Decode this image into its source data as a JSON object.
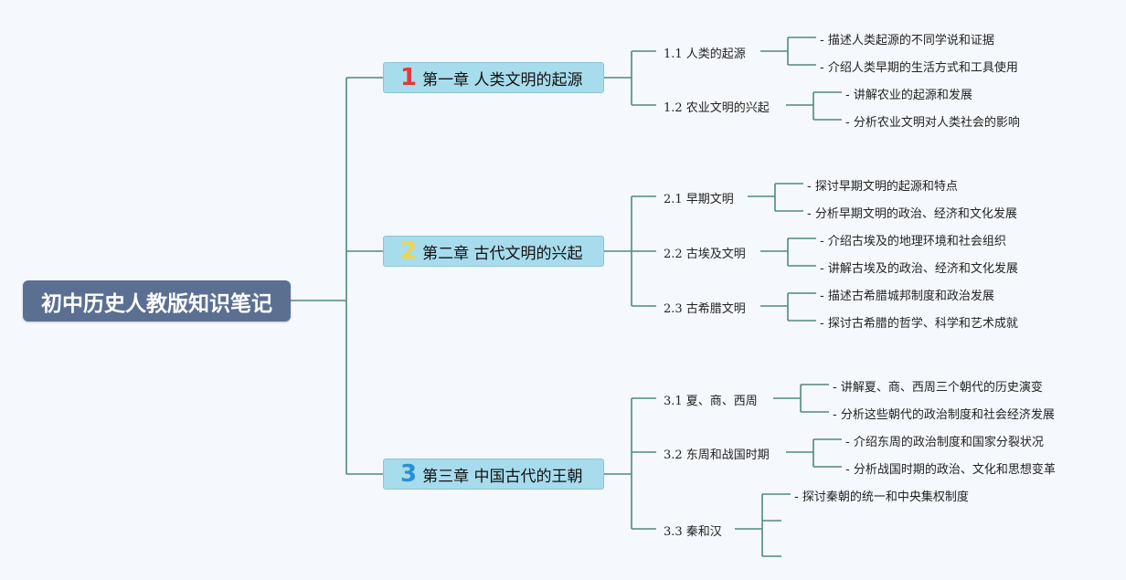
{
  "root": {
    "title": "初中历史人教版知识笔记"
  },
  "chapters": [
    {
      "num": "1",
      "num_color": "#e23a3a",
      "title": "第一章 人类文明的起源",
      "sections": [
        {
          "label": "1.1 人类的起源",
          "points": [
            "- 描述人类起源的不同学说和证据",
            "- 介绍人类早期的生活方式和工具使用"
          ]
        },
        {
          "label": "1.2 农业文明的兴起",
          "points": [
            "- 讲解农业的起源和发展",
            "- 分析农业文明对人类社会的影响"
          ]
        }
      ]
    },
    {
      "num": "2",
      "num_color": "#f2d348",
      "title": "第二章 古代文明的兴起",
      "sections": [
        {
          "label": "2.1 早期文明",
          "points": [
            "- 探讨早期文明的起源和特点",
            "- 分析早期文明的政治、经济和文化发展"
          ]
        },
        {
          "label": "2.2 古埃及文明",
          "points": [
            "- 介绍古埃及的地理环境和社会组织",
            "- 讲解古埃及的政治、经济和文化发展"
          ]
        },
        {
          "label": "2.3 古希腊文明",
          "points": [
            "- 描述古希腊城邦制度和政治发展",
            "- 探讨古希腊的哲学、科学和艺术成就"
          ]
        }
      ]
    },
    {
      "num": "3",
      "num_color": "#2a8fd6",
      "title": "第三章 中国古代的王朝",
      "sections": [
        {
          "label": "3.1 夏、商、西周",
          "points": [
            "- 讲解夏、商、西周三个朝代的历史演变",
            "- 分析这些朝代的政治制度和社会经济发展"
          ]
        },
        {
          "label": "3.2 东周和战国时期",
          "points": [
            "- 介绍东周的政治制度和国家分裂状况",
            "- 分析战国时期的政治、文化和思想变革"
          ]
        },
        {
          "label": "3.3 秦和汉",
          "points": [
            "- 探讨秦朝的统一和中央集权制度",
            "",
            ""
          ]
        }
      ]
    }
  ],
  "colors": {
    "line": "#4e8a7c",
    "root_bg": "#5b6f92",
    "chapter_bg": "#a7dcec"
  }
}
